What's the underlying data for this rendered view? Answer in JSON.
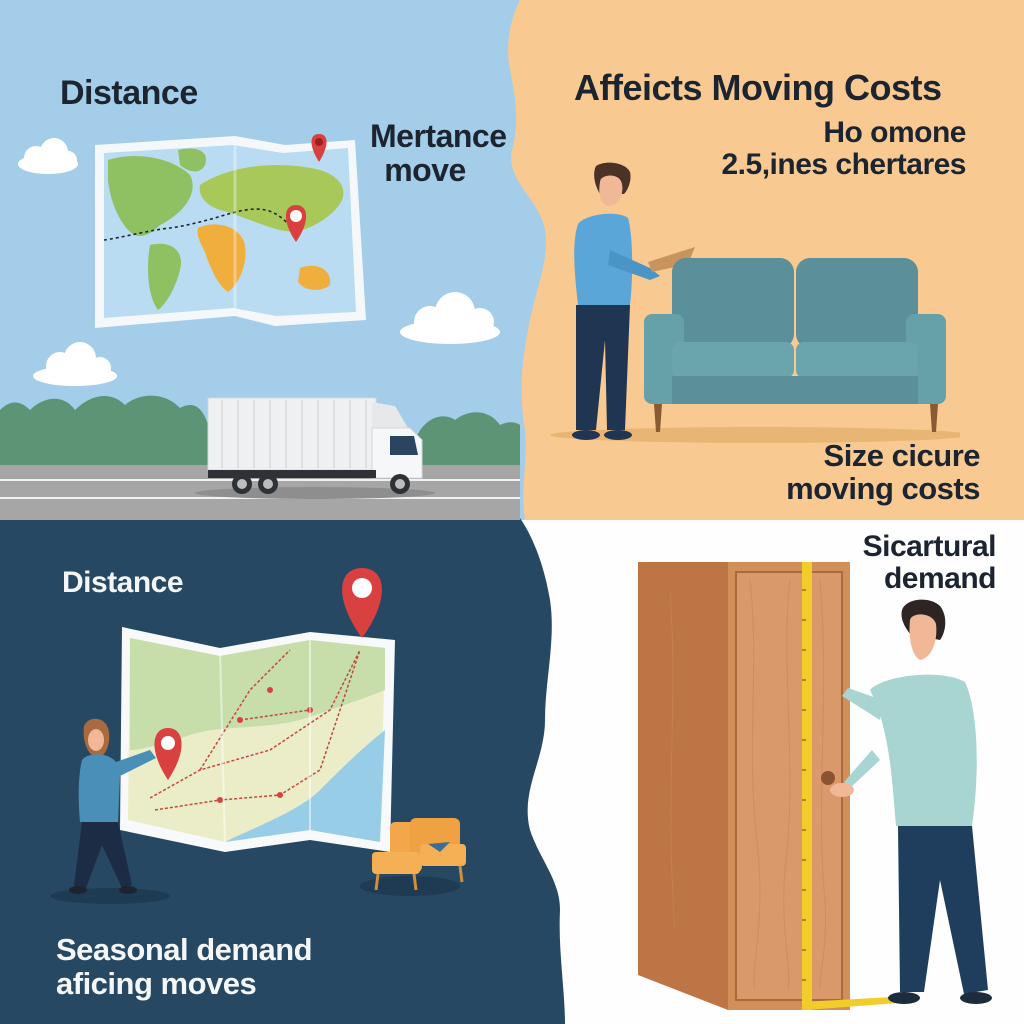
{
  "panels": {
    "top_left": {
      "title": "Distance",
      "caption_line1": "Mertance",
      "caption_line2": "move",
      "background": "#a3cde9",
      "illustrations": [
        "world-map",
        "map-pin",
        "cloud",
        "moving-truck",
        "road",
        "trees"
      ]
    },
    "top_right": {
      "title": "Affeicts Moving Costs",
      "subtitle_line1": "Ho omone",
      "subtitle_line2": "2.5,ines chertares",
      "caption_line1": "Size cicure",
      "caption_line2": "moving costs",
      "background": "#f8ca92",
      "illustrations": [
        "person-with-laptop",
        "sofa"
      ]
    },
    "bottom_left": {
      "title": "Distance",
      "caption_line1": "Seasonal demand",
      "caption_line2": "aficing moves",
      "background": "#264863",
      "illustrations": [
        "route-map",
        "map-pin",
        "person-holding-map",
        "armchair"
      ]
    },
    "bottom_right": {
      "title_line1": "Sicartural",
      "title_line2": "demand",
      "background": "#ffffff",
      "illustrations": [
        "wardrobe",
        "tape-measure",
        "person-measuring"
      ]
    }
  },
  "colors": {
    "sky": "#a3cde9",
    "peach": "#f8ca92",
    "navy": "#264863",
    "white": "#ffffff",
    "pin_red": "#d94040",
    "sofa_teal": "#5b8f99",
    "wood": "#c98a5a",
    "tape_yellow": "#f2cc2a",
    "text_dark": "#1c2430"
  }
}
